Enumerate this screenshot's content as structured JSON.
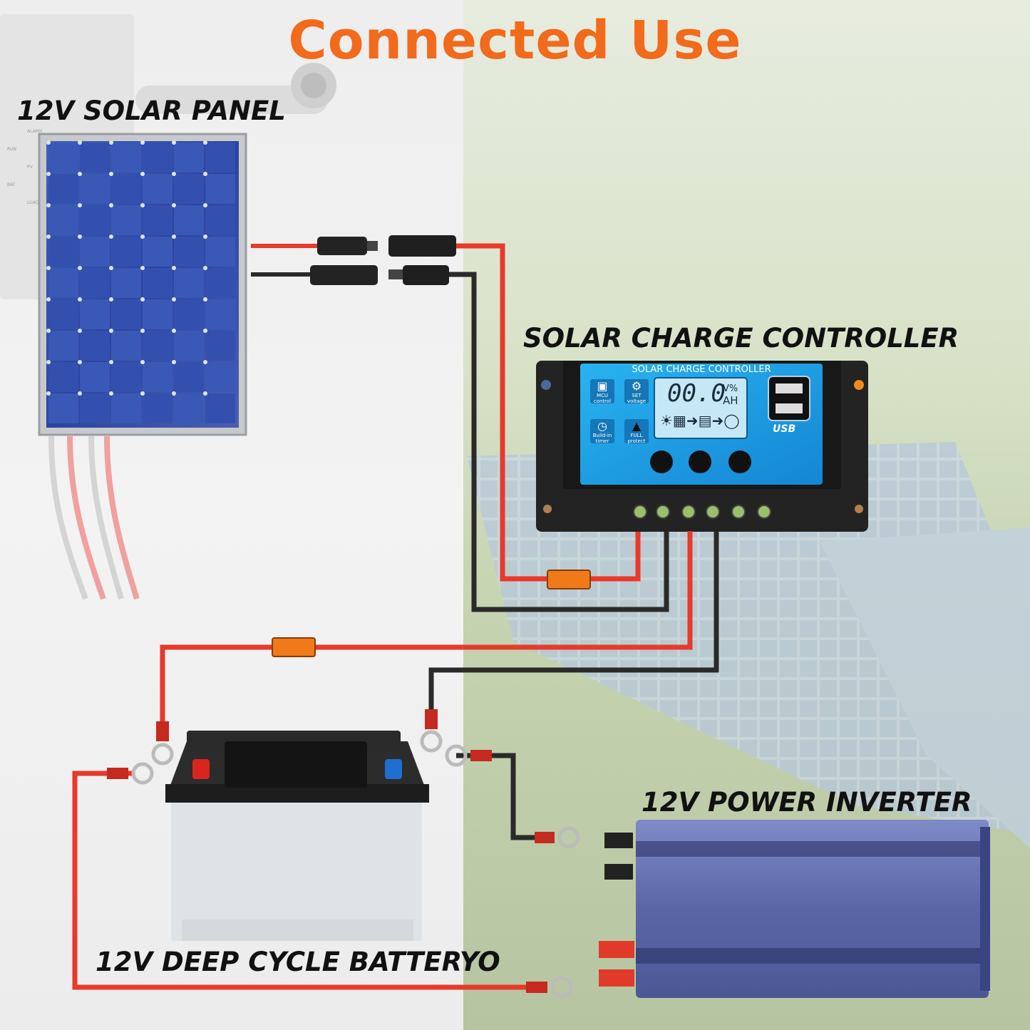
{
  "title": "Connected Use",
  "labels": {
    "solar_panel": "12V SOLAR PANEL",
    "charge_controller": "SOLAR CHARGE CONTROLLER",
    "battery": "12V DEEP CYCLE BATTERYO",
    "inverter": "12V POWER INVERTER"
  },
  "controller": {
    "panel_title": "SOLAR CHARGE CONTROLLER",
    "lcd_reading": "00.0",
    "lcd_unit_top": "V%",
    "lcd_unit_bottom": "AH",
    "icons": [
      {
        "line1": "MCU",
        "line2": "control"
      },
      {
        "line1": "SET",
        "line2": "voltage"
      },
      {
        "line1": "Build-in",
        "line2": "timer"
      },
      {
        "line1": "FULL",
        "line2": "protect"
      }
    ],
    "usb_label": "USB"
  },
  "wall_indicators": [
    "ALARM",
    "RUN",
    "PV",
    "BAT",
    "LOAD"
  ],
  "colors": {
    "title": "#f26a1b",
    "positive_wire": "#e8392b",
    "negative_wire": "#2a2a2a",
    "fuse": "#f07a1a",
    "controller_screen": "#1ea6e8",
    "battery_pos": "#d8261c",
    "battery_neg": "#1f6fd1"
  }
}
